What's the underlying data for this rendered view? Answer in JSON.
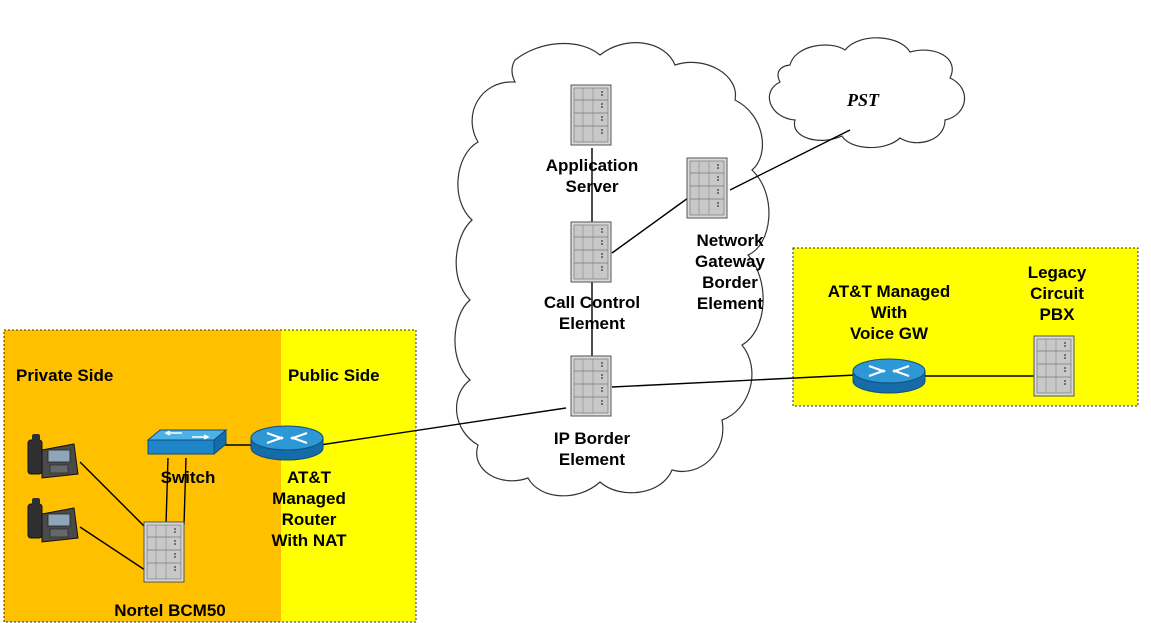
{
  "clouds": {
    "pstn_label": "PST"
  },
  "zones": {
    "private_side": "Private Side",
    "public_side": "Public Side"
  },
  "devices": {
    "application_server": [
      "Application",
      "Server"
    ],
    "call_control_element": [
      "Call Control",
      "Element"
    ],
    "network_gateway_border_element": [
      "Network",
      "Gateway",
      "Border",
      "Element"
    ],
    "ip_border_element": [
      "IP Border",
      "Element"
    ],
    "att_managed_voice_gw": [
      "AT&T Managed",
      "With",
      "Voice GW"
    ],
    "legacy_circuit_pbx": [
      "Legacy",
      "Circuit",
      "PBX"
    ],
    "switch": [
      "Switch"
    ],
    "att_managed_router_nat": [
      "AT&T",
      "Managed",
      "Router",
      "With NAT"
    ],
    "nortel_bcm50": [
      "Nortel BCM50"
    ]
  },
  "colors": {
    "private_zone": "#FFC000",
    "public_zone": "#FFFF00",
    "router_blue": "#1E86C8",
    "server_gray": "#D9D9D9",
    "cloud_fill": "#FFFFFF"
  },
  "icons": {
    "server": "server-rack-icon",
    "router": "router-icon",
    "switch": "switch-icon",
    "phone": "ip-phone-icon",
    "cloud": "cloud-icon"
  }
}
